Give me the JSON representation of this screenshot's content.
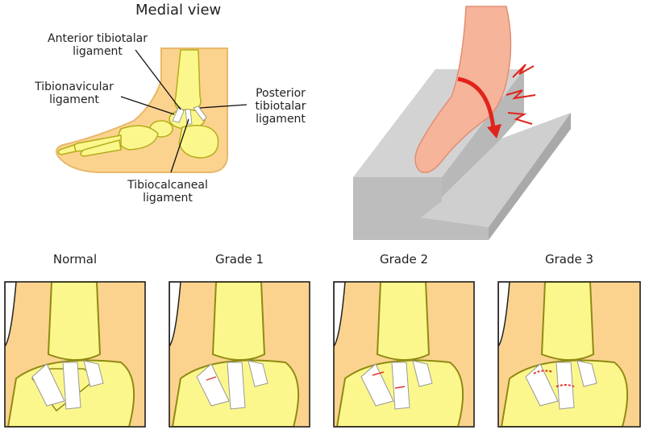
{
  "title": "Medial view",
  "labels": {
    "anterior_tibiotalar": [
      "Anterior tibiotalar",
      "ligament"
    ],
    "tibionavicular": [
      "Tibionavicular",
      "ligament"
    ],
    "posterior_tibiotalar": [
      "Posterior",
      "tibiotalar",
      "ligament"
    ],
    "tibiocalcaneal": [
      "Tibiocalcaneal",
      "ligament"
    ]
  },
  "grades": [
    "Normal",
    "Grade 1",
    "Grade 2",
    "Grade 3"
  ],
  "colors": {
    "skin": "#fbd38f",
    "skin_outline": "#e8b86a",
    "bone": "#fbf78c",
    "bone_outline": "#b5ad1a",
    "ligament": "#ffffff",
    "tear": "#e0352b",
    "step": "#c9c9c9",
    "foot": "#f6b49a",
    "arrow": "#e0241c"
  }
}
